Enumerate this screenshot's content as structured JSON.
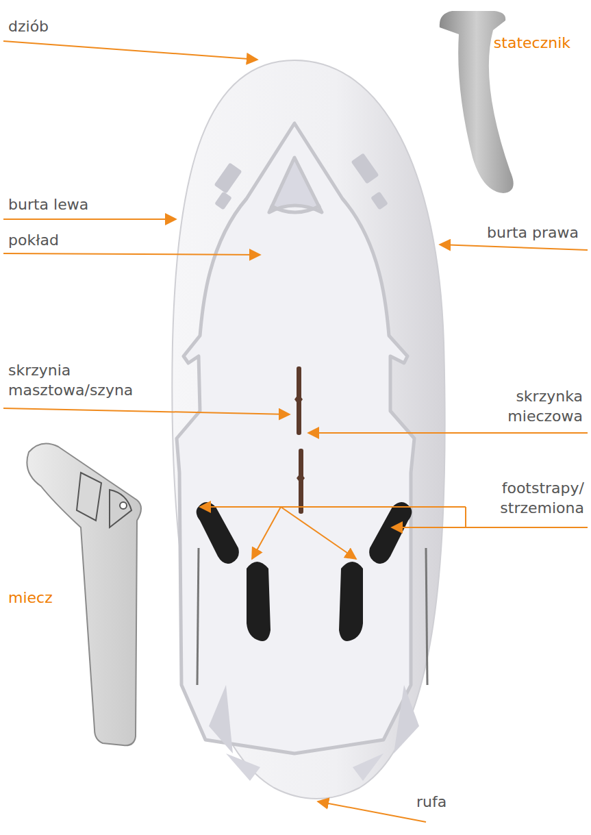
{
  "diagram": {
    "labels": [
      "dziób",
      "statecznik",
      "burta lewa",
      "burta prawa",
      "pokład",
      "skrzynia masztowa/szyna",
      "skrzynka mieczowa",
      "footstrapy/ strzemiona",
      "miecz",
      "rufa"
    ]
  }
}
